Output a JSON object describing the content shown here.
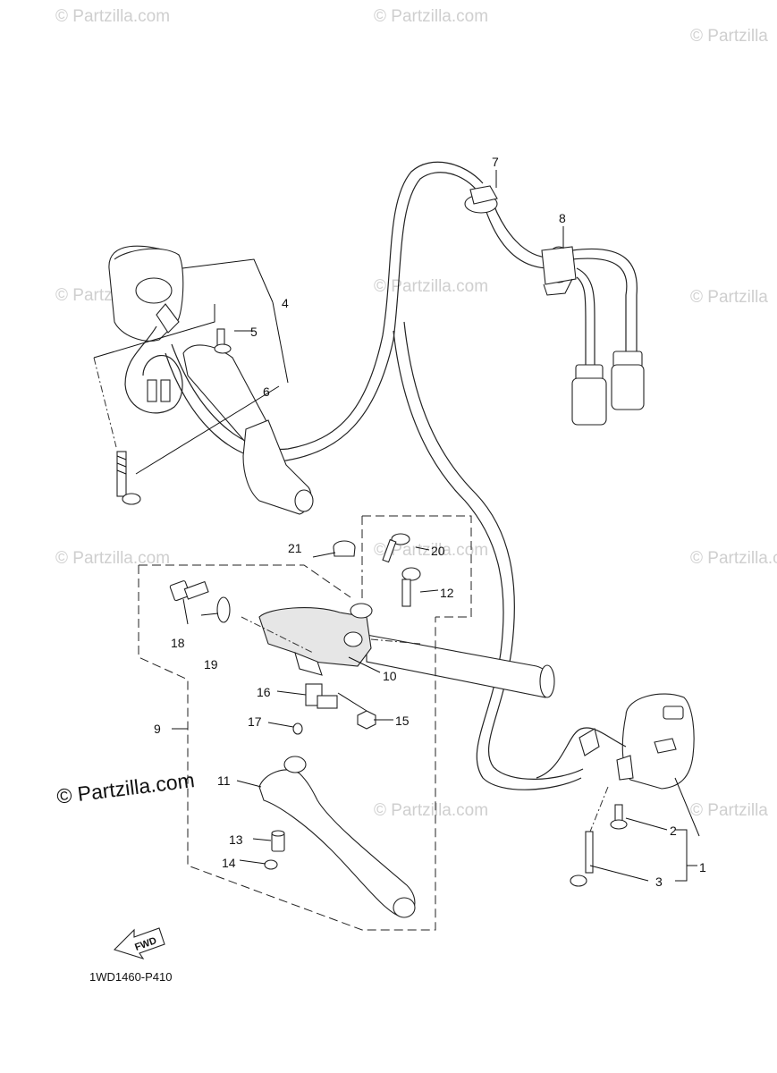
{
  "watermarks": [
    {
      "text": "© Partzilla.com"
    },
    {
      "text": "© Partzilla.com"
    },
    {
      "text": "© Partzilla"
    },
    {
      "text": "© Partzilla.com"
    },
    {
      "text": "© Partzilla.com"
    },
    {
      "text": "© Partzilla"
    },
    {
      "text": "© Partzilla.com"
    },
    {
      "text": "© Partzilla.com"
    },
    {
      "text": "© Partzilla.com"
    },
    {
      "text": "© Partzilla.com"
    },
    {
      "text": "© Partzilla"
    }
  ],
  "watermark_main": "© Partzilla.com",
  "diagram_code": "1WD1460-P410",
  "fwd_label": "FWD",
  "callouts": [
    "1",
    "2",
    "3",
    "4",
    "5",
    "6",
    "7",
    "8",
    "9",
    "10",
    "11",
    "12",
    "13",
    "14",
    "15",
    "16",
    "17",
    "18",
    "19",
    "20",
    "21"
  ]
}
